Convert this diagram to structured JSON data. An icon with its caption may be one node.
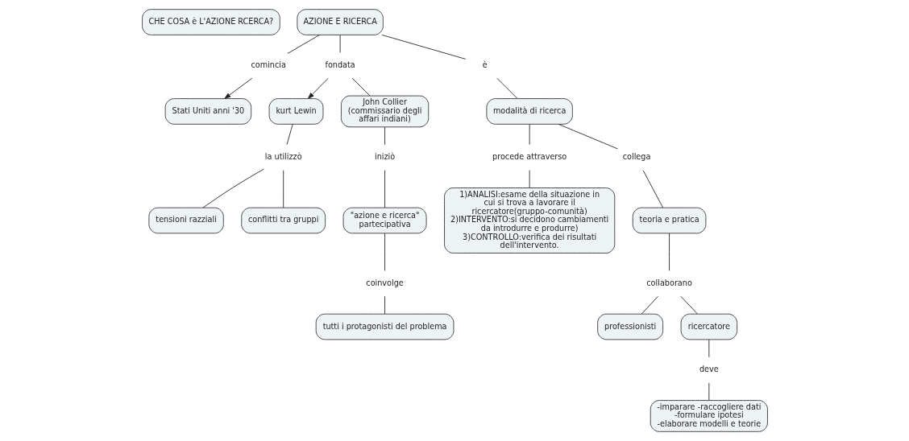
{
  "diagram": {
    "nodes": [
      {
        "text": [
          "CHE COSA è L'AZIONE RCERCA?"
        ]
      },
      {
        "text": [
          "AZIONE E RICERCA"
        ]
      },
      {
        "text": [
          "comincia"
        ]
      },
      {
        "text": [
          "Stati Uniti anni '30"
        ]
      },
      {
        "text": [
          "fondata"
        ]
      },
      {
        "text": [
          "kurt Lewin"
        ]
      },
      {
        "text": [
          "è"
        ]
      },
      {
        "text": [
          "modalità di ricerca"
        ]
      },
      {
        "text": [
          "procede attraverso"
        ]
      },
      {
        "text": [
          "1)ANALISI:esame della situazione in cui si trova a lavorare il ricercatore(gruppo-comunità) 2)INTERVENTO:si decidono cambiamenti da introdurre e produrre) 3)CONTROLLO:verifica dei risultati dell'intervento."
        ]
      },
      {
        "text": [
          "collega"
        ]
      },
      {
        "text": [
          "teoria e pratica"
        ]
      },
      {
        "text": [
          "collaborano"
        ]
      },
      {
        "text": [
          "professionisti"
        ]
      },
      {
        "text": [
          "ricercatore"
        ]
      },
      {
        "text": [
          "deve"
        ]
      },
      {
        "text": [
          "-imparare -raccogliere dati -formulare ipotesi -elaborare modelli e teorie"
        ]
      },
      {
        "text": [
          "John Collier (commissario degli affari indiani)"
        ]
      },
      {
        "text": [
          "iniziò"
        ]
      },
      {
        "text": [
          "\"azione e ricerca\" partecipativa"
        ]
      },
      {
        "text": [
          "coinvolge"
        ]
      },
      {
        "text": [
          "tutti i protagonisti del problema"
        ]
      },
      {
        "text": [
          "la utilizzò"
        ]
      },
      {
        "text": [
          "tensioni razziali"
        ]
      },
      {
        "text": [
          "conflitti tra gruppi"
        ]
      }
    ],
    "edges": [
      {
        "from": 1,
        "to": 2,
        "arrow": "none"
      },
      {
        "from": 2,
        "to": 3,
        "arrow": "to"
      },
      {
        "from": 1,
        "to": 4,
        "arrow": "none"
      },
      {
        "from": 4,
        "to": 5,
        "arrow": "to"
      },
      {
        "from": 4,
        "to": 17,
        "arrow": "none"
      },
      {
        "from": 1,
        "to": 6,
        "arrow": "none"
      },
      {
        "from": 6,
        "to": 7,
        "arrow": "none"
      },
      {
        "from": 7,
        "to": 8,
        "arrow": "none"
      },
      {
        "from": 8,
        "to": 9,
        "arrow": "none"
      },
      {
        "from": 7,
        "to": 10,
        "arrow": "none"
      },
      {
        "from": 10,
        "to": 11,
        "arrow": "none"
      },
      {
        "from": 11,
        "to": 12,
        "arrow": "none"
      },
      {
        "from": 12,
        "to": 13,
        "arrow": "none"
      },
      {
        "from": 12,
        "to": 14,
        "arrow": "none"
      },
      {
        "from": 14,
        "to": 15,
        "arrow": "none"
      },
      {
        "from": 15,
        "to": 16,
        "arrow": "none"
      },
      {
        "from": 17,
        "to": 18,
        "arrow": "none"
      },
      {
        "from": 18,
        "to": 19,
        "arrow": "none"
      },
      {
        "from": 19,
        "to": 20,
        "arrow": "none"
      },
      {
        "from": 20,
        "to": 21,
        "arrow": "none"
      },
      {
        "from": 5,
        "to": 22,
        "arrow": "none"
      },
      {
        "from": 22,
        "to": 23,
        "arrow": "none"
      },
      {
        "from": 22,
        "to": 24,
        "arrow": "none"
      }
    ]
  }
}
